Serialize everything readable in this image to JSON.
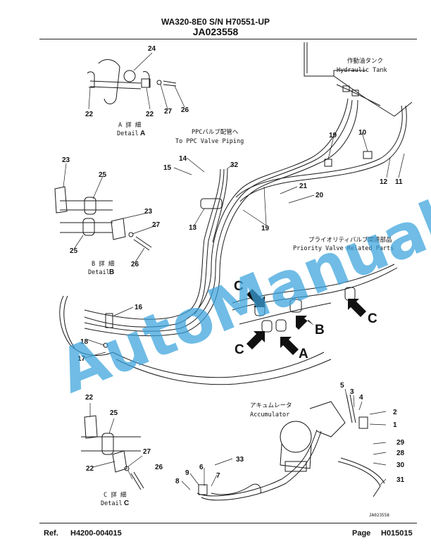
{
  "header": {
    "line1": "WA320-8E0 S/N H70551-UP",
    "line2": "JA023558"
  },
  "labels": {
    "hydraulic_tank_jp": "作動油タンク",
    "hydraulic_tank_en": "Hydraulic Tank",
    "ppc_jp": "PPCバルブ配管へ",
    "ppc_en": "To PPC Valve Piping",
    "priority_jp": "プライオリティバルブ関連部品",
    "priority_en": "Priority Valve Related Parts",
    "accumulator_jp": "アキュムレータ",
    "accumulator_en": "Accumulator",
    "detail_a_jp": "A 詳 細",
    "detail_a_en": "Detail",
    "detail_b_jp": "B 詳 細",
    "detail_b_en": "Detail",
    "detail_c_jp": "C 詳 細",
    "detail_c_en": "Detail",
    "letter_a": "A",
    "letter_b": "B",
    "letter_c": "C",
    "figure_id": "JA023558"
  },
  "callouts": {
    "c1": "1",
    "c2": "2",
    "c3": "3",
    "c4": "4",
    "c5": "5",
    "c6": "6",
    "c7": "7",
    "c8": "8",
    "c9": "9",
    "c10": "10",
    "c11": "11",
    "c12": "12",
    "c13": "13",
    "c14": "14",
    "c15": "15",
    "c16": "16",
    "c17": "17",
    "c18": "18",
    "c19": "19",
    "c20": "20",
    "c21": "21",
    "c22": "22",
    "c23": "23",
    "c24": "24",
    "c25": "25",
    "c26": "26",
    "c27": "27",
    "c28": "28",
    "c29": "29",
    "c30": "30",
    "c31": "31",
    "c32": "32",
    "c33": "33"
  },
  "watermark": "AutoManual",
  "footer": {
    "ref_label": "Ref.",
    "ref_value": "H4200-004015",
    "page_label": "Page",
    "page_value": "H015015"
  },
  "colors": {
    "line": "#1a1a1a",
    "watermark": "#3aa3dd"
  }
}
